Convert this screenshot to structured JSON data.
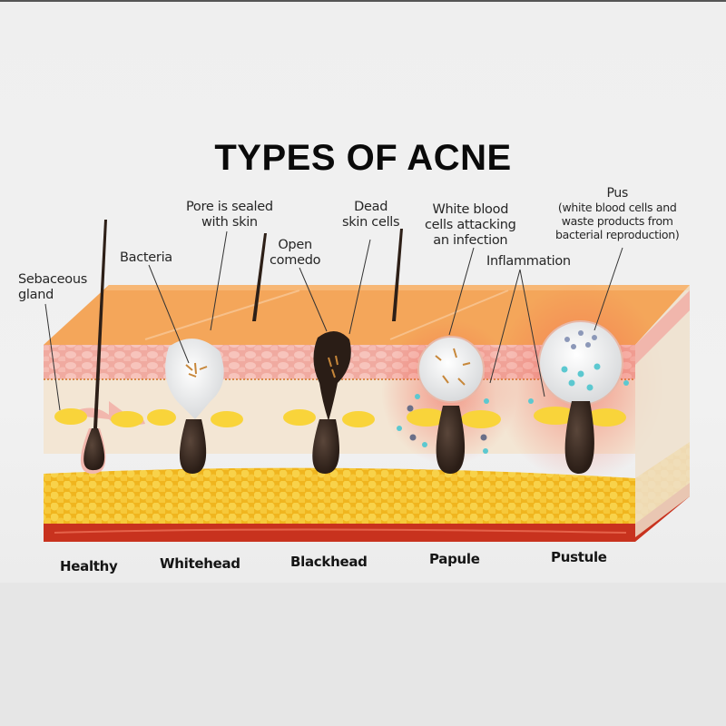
{
  "title": "TYPES OF ACNE",
  "callouts": {
    "sebaceous_gland": [
      "Sebaceous",
      "gland"
    ],
    "bacteria": "Bacteria",
    "pore_sealed": [
      "Pore is sealed",
      "with skin"
    ],
    "open_comedo": [
      "Open",
      "comedo"
    ],
    "dead_skin_cells": [
      "Dead",
      "skin cells"
    ],
    "white_blood_cells": [
      "White blood",
      "cells attacking",
      "an infection"
    ],
    "inflammation": "Inflammation",
    "pus": [
      "Pus",
      "(white blood cells and",
      "waste products from",
      "bacterial reproduction)"
    ]
  },
  "types": [
    {
      "label": "Healthy"
    },
    {
      "label": "Whitehead"
    },
    {
      "label": "Blackhead"
    },
    {
      "label": "Papule"
    },
    {
      "label": "Pustule"
    }
  ],
  "colors": {
    "epidermis_top": "#f4a65a",
    "dermis_pink": "#f2b7ad",
    "dermis_cream": "#f3e6d4",
    "fat_yellow": "#f5c52c",
    "muscle_red": "#c8321e",
    "follicle_brown": "#3b2b22",
    "sebum_yellow": "#f9d43a",
    "wbc_cyan": "#5cc8d0",
    "whitehead_white": "#f4f4f4"
  }
}
